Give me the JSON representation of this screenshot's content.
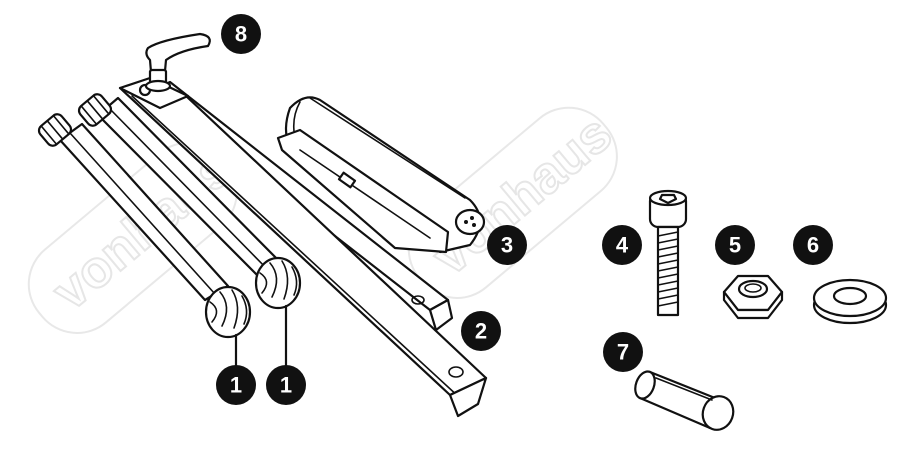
{
  "watermark": {
    "text": "vonhaus"
  },
  "parts": [
    {
      "id": "knob-rod-a",
      "callout": "1"
    },
    {
      "id": "knob-rod-b",
      "callout": "1"
    },
    {
      "id": "mounting-channel",
      "callout": "2"
    },
    {
      "id": "clamp-pad",
      "callout": "3"
    },
    {
      "id": "bolt",
      "callout": "4"
    },
    {
      "id": "nut",
      "callout": "5"
    },
    {
      "id": "washer",
      "callout": "6"
    },
    {
      "id": "cap-sleeve",
      "callout": "7"
    },
    {
      "id": "lever-handle",
      "callout": "8"
    }
  ],
  "colors": {
    "ink": "#111111",
    "paper": "#ffffff",
    "watermark": "#e6e6e6"
  }
}
